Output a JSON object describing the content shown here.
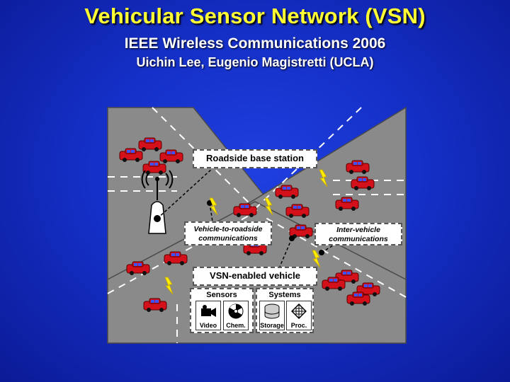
{
  "header": {
    "title": "Vehicular Sensor Network (VSN)",
    "subtitle": "IEEE Wireless Communications 2006",
    "authors": "Uichin Lee, Eugenio Magistretti (UCLA)"
  },
  "diagram": {
    "labels": {
      "base_station": "Roadside base station",
      "v2r_line1": "Vehicle-to-roadside",
      "v2r_line2": "communications",
      "iv_line1": "Inter-vehicle",
      "iv_line2": "communications",
      "vsn_vehicle": "VSN-enabled vehicle"
    },
    "sensors": {
      "title": "Sensors",
      "items": [
        "Video",
        "Chem."
      ]
    },
    "systems": {
      "title": "Systems",
      "items": [
        "Storage",
        "Proc."
      ]
    }
  },
  "colors": {
    "background": "#1530c8",
    "title": "#ffff33",
    "road": "#8a8a8a",
    "car": "#d4101a",
    "car_window": "#3a52ff",
    "lightning": "#ffee00"
  },
  "icons": [
    "antenna-icon",
    "car-icon",
    "lightning-icon",
    "camera-icon",
    "radiation-icon",
    "storage-icon",
    "processor-icon"
  ]
}
